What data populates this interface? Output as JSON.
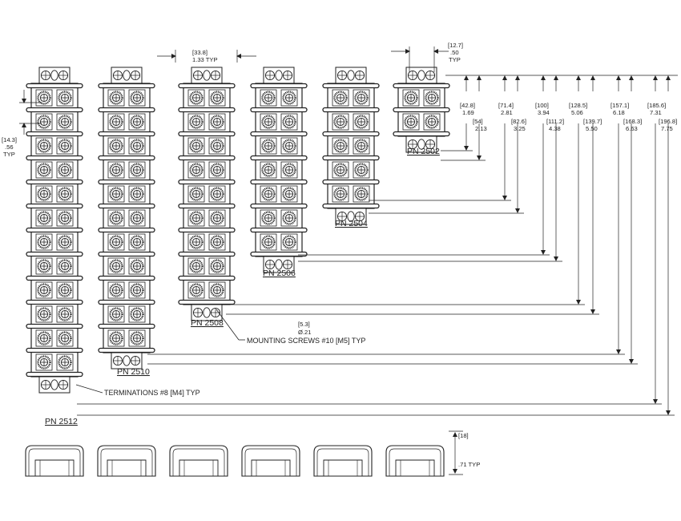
{
  "labels": {
    "pn2502": "PN 2502",
    "pn2504": "PN 2504",
    "pn2506": "PN 2506",
    "pn2508": "PN 2508",
    "pn2510": "PN 2510",
    "pn2512": "PN 2512"
  },
  "notes": {
    "terminations": "TERMINATIONS #8 [M4] TYP",
    "mounting": "MOUNTING SCREWS #10 [M5] TYP",
    "mount_mm": "[5.3]",
    "mount_in": "Ø.21"
  },
  "dims": {
    "width_mm": "[33.8]",
    "width_in": "1.33  TYP",
    "hole_mm": "[12.7]",
    "hole_in": ".50",
    "hole_typ": "TYP",
    "pitch_mm": "[14.3]",
    "pitch_in": ".56",
    "pitch_typ": "TYP",
    "cover_mm": "[18]",
    "cover_in": ".71  TYP",
    "heights": [
      {
        "mm": "[42.8]",
        "in": "1.69"
      },
      {
        "mm": "[54]",
        "in": "2.13"
      },
      {
        "mm": "[71.4]",
        "in": "2.81"
      },
      {
        "mm": "[82.6]",
        "in": "3.25"
      },
      {
        "mm": "[100]",
        "in": "3.94"
      },
      {
        "mm": "[111.2]",
        "in": "4.38"
      },
      {
        "mm": "[128.5]",
        "in": "5.06"
      },
      {
        "mm": "[139.7]",
        "in": "5.50"
      },
      {
        "mm": "[157.1]",
        "in": "6.18"
      },
      {
        "mm": "[168.3]",
        "in": "6.63"
      },
      {
        "mm": "[185.6]",
        "in": "7.31"
      },
      {
        "mm": "[196.8]",
        "in": "7.75"
      }
    ]
  }
}
